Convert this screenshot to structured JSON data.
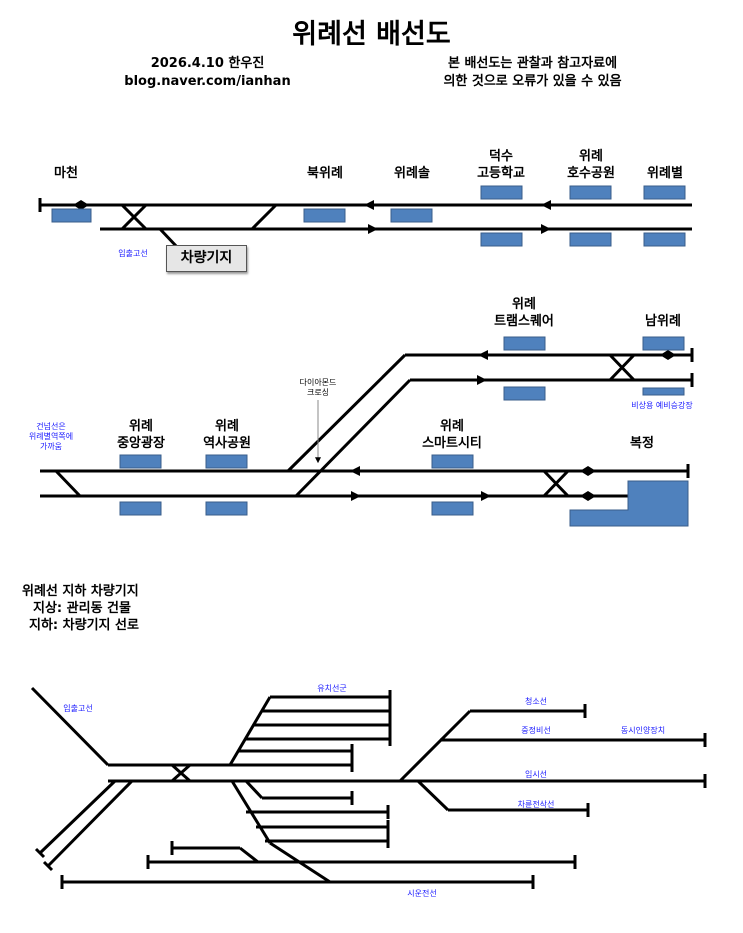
{
  "header": {
    "title": "위례선 배선도",
    "date_author": "2026.4.10   한우진",
    "blog": "blog.naver.com/ianhan",
    "disclaimer_line1": "본 배선도는 관찰과 참고자료에",
    "disclaimer_line2": "의한 것으로  오류가 있을 수 있음"
  },
  "section1": {
    "stations": {
      "machon": "마천",
      "bukwirye": "북위례",
      "wiryesol": "위례솔",
      "deoksu_1": "덕수",
      "deoksu_2": "고등학교",
      "hosu_1": "위례",
      "hosu_2": "호수공원",
      "wiryebyeol": "위례별"
    },
    "entry_line_label": "입출고선",
    "depot_label": "차량기지"
  },
  "section2": {
    "stations": {
      "trams_1": "위례",
      "trams_2": "트램스퀘어",
      "namwirye": "남위례",
      "jungang_1": "위례",
      "jungang_2": "중앙광장",
      "yeoksa_1": "위례",
      "yeoksa_2": "역사공원",
      "smart_1": "위례",
      "smart_2": "스마트시티",
      "bokjeong": "복정"
    },
    "diamond_1": "다이아몬드",
    "diamond_2": "크로싱",
    "transfer_1": "건넘선은",
    "transfer_2": "위례별역쪽에",
    "transfer_3": "가까움",
    "emergency": "비상용 예비승강장"
  },
  "section3": {
    "info_1": "위례선 지하 차량기지",
    "info_2": "지상: 관리동 건물",
    "info_3": "지하: 차량기지 선로",
    "labels": {
      "entry": "입출고선",
      "storage": "유치선군",
      "cleaning": "청소선",
      "inspection": "중정비선",
      "wheel": "동시인양장치",
      "temporary": "임시선",
      "wheel_lathe": "차륜전삭선",
      "test": "시운전선"
    }
  },
  "colors": {
    "platform": "#4f81bd",
    "platform_border": "#385d8a",
    "track": "#000000",
    "note_text": "#1a1aff"
  }
}
